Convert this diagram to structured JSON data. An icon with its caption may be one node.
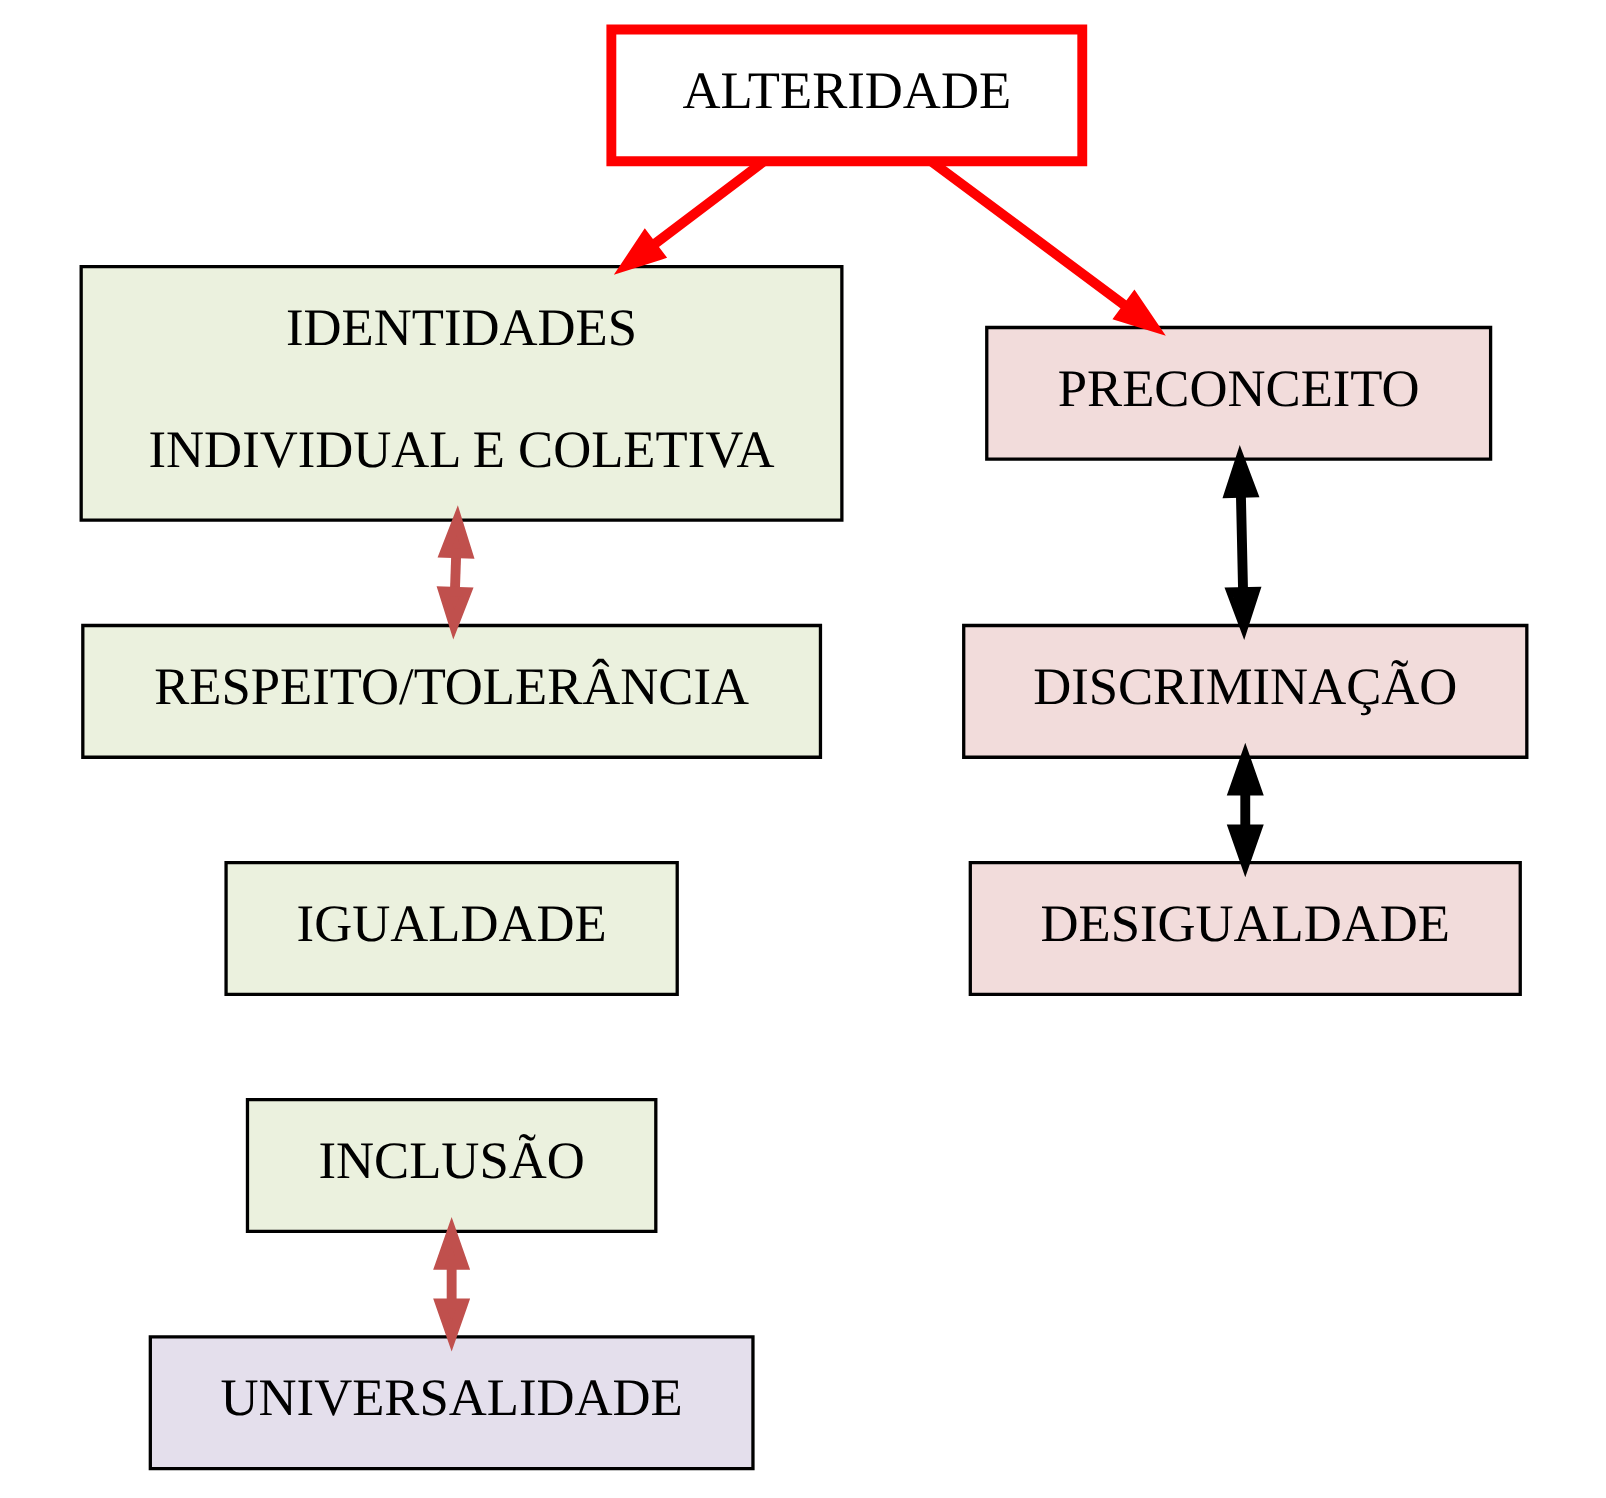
{
  "diagram": {
    "nodes": [
      {
        "text": [
          "ALTERIDADE"
        ]
      },
      {
        "text": [
          "IDENTIDADES",
          "INDIVIDUAL E COLETIVA"
        ]
      },
      {
        "text": [
          "PRECONCEITO"
        ]
      },
      {
        "text": [
          "DISCRIMINAÇÃO"
        ]
      },
      {
        "text": [
          "DESIGUALDADE"
        ]
      },
      {
        "text": [
          "RESPEITO/TOLERÂNCIA"
        ]
      },
      {
        "text": [
          "IGUALDADE"
        ]
      },
      {
        "text": [
          "INCLUSÃO"
        ]
      },
      {
        "text": [
          "UNIVERSALIDADE"
        ]
      }
    ],
    "edges": [
      {
        "from": 0,
        "to": 1,
        "arrow": "to",
        "color": "#ff0000"
      },
      {
        "from": 0,
        "to": 2,
        "arrow": "to",
        "color": "#ff0000"
      },
      {
        "from": 2,
        "to": 3,
        "arrow": "both",
        "color": "#000000"
      },
      {
        "from": 3,
        "to": 4,
        "arrow": "both",
        "color": "#000000"
      },
      {
        "from": 1,
        "to": 5,
        "arrow": "both",
        "color": "#c0504d"
      },
      {
        "from": 7,
        "to": 8,
        "arrow": "both",
        "color": "#c0504d"
      }
    ]
  }
}
